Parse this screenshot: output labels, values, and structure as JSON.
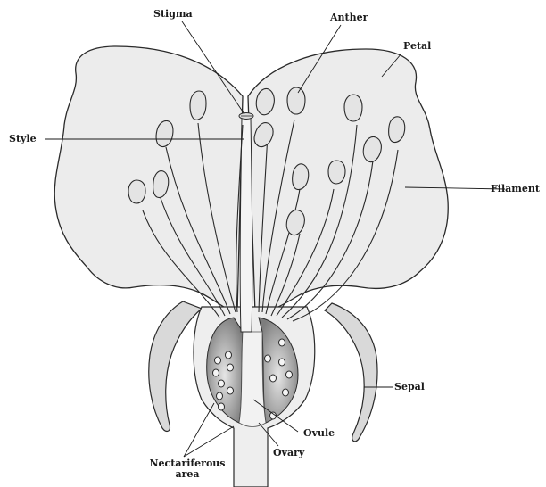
{
  "labels": {
    "stigma": "Stigma",
    "anther": "Anther",
    "petal": "Petal",
    "style": "Style",
    "filament": "Filament",
    "sepal": "Sepal",
    "ovule": "Ovule",
    "ovary": "Ovary",
    "nectariferous_line1": "Nectariferous",
    "nectariferous_line2": "area"
  },
  "colors": {
    "petal_fill": "#ececec",
    "outline": "#2a2a2a",
    "ovary_dark": "#8a8a8a",
    "sepal_fill": "#d9d9d9"
  }
}
